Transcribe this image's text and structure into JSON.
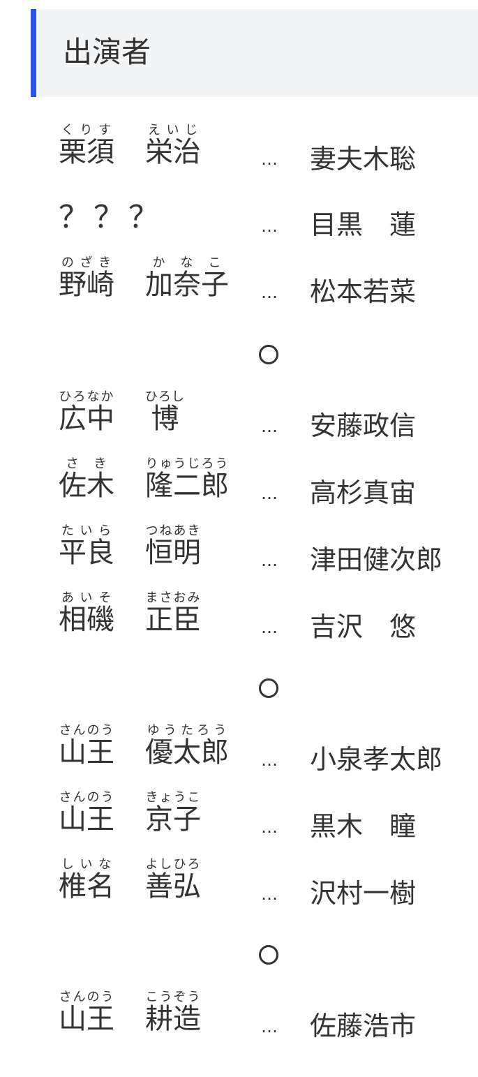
{
  "section": {
    "title": "出演者"
  },
  "cast": [
    {
      "role_surname": "栗須",
      "role_surname_reading": "くりす",
      "role_given": "栄治",
      "role_given_reading": "えいじ",
      "separator": "…",
      "actor": "妻夫木聡"
    },
    {
      "role_plain": "？？？",
      "separator": "…",
      "actor": "目黒　蓮"
    },
    {
      "role_surname": "野崎",
      "role_surname_reading": "のざき",
      "role_given": "加奈子",
      "role_given_reading": "かなこ",
      "separator": "…",
      "actor": "松本若菜"
    },
    {
      "divider": "〇"
    },
    {
      "role_surname": "広中",
      "role_surname_reading": "ひろなか",
      "role_given": "博",
      "role_given_reading": "ひろし",
      "separator": "…",
      "actor": "安藤政信"
    },
    {
      "role_surname": "佐木",
      "role_surname_reading": "さき",
      "role_given": "隆二郎",
      "role_given_reading": "りゅうじろう",
      "separator": "…",
      "actor": "高杉真宙"
    },
    {
      "role_surname": "平良",
      "role_surname_reading": "たいら",
      "role_given": "恒明",
      "role_given_reading": "つねあき",
      "separator": "…",
      "actor": "津田健次郎"
    },
    {
      "role_surname": "相磯",
      "role_surname_reading": "あいそ",
      "role_given": "正臣",
      "role_given_reading": "まさおみ",
      "separator": "…",
      "actor": "吉沢　悠"
    },
    {
      "divider": "〇"
    },
    {
      "role_surname": "山王",
      "role_surname_reading": "さんのう",
      "role_given": "優太郎",
      "role_given_reading": "ゆうたろう",
      "separator": "…",
      "actor": "小泉孝太郎"
    },
    {
      "role_surname": "山王",
      "role_surname_reading": "さんのう",
      "role_given": "京子",
      "role_given_reading": "きょうこ",
      "separator": "…",
      "actor": "黒木　瞳"
    },
    {
      "role_surname": "椎名",
      "role_surname_reading": "しいな",
      "role_given": "善弘",
      "role_given_reading": "よしひろ",
      "separator": "…",
      "actor": "沢村一樹"
    },
    {
      "divider": "〇"
    },
    {
      "role_surname": "山王",
      "role_surname_reading": "さんのう",
      "role_given": "耕造",
      "role_given_reading": "こうぞう",
      "separator": "…",
      "actor": "佐藤浩市"
    }
  ]
}
